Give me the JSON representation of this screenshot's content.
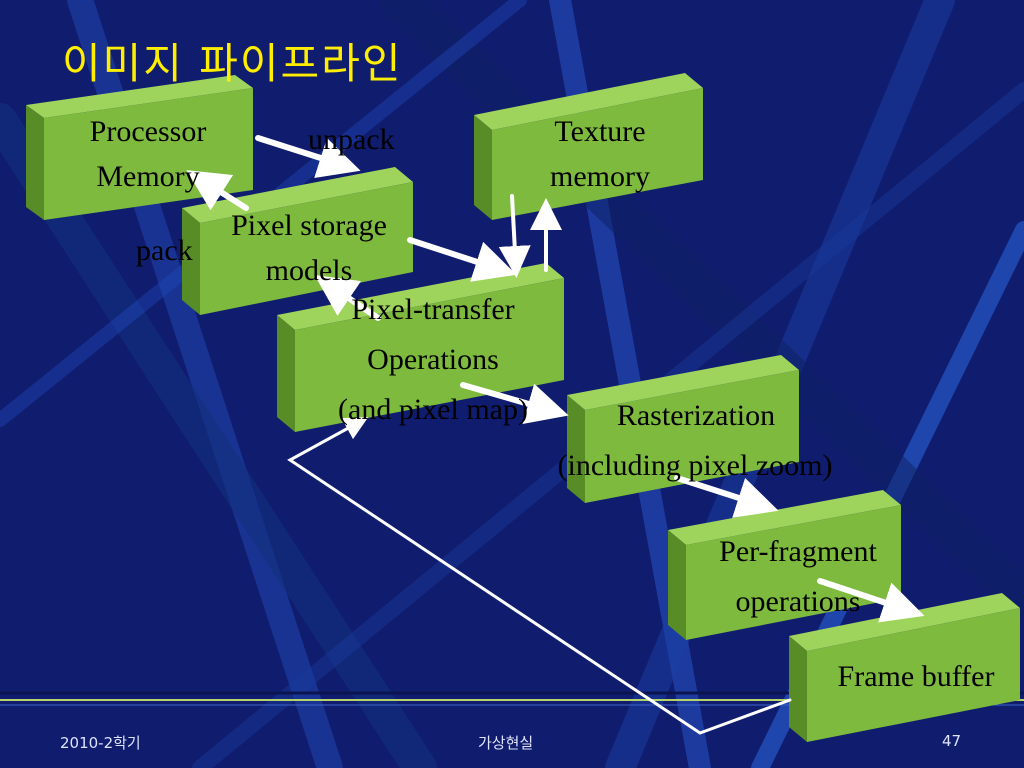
{
  "slide": {
    "title": "이미지 파이프라인"
  },
  "boxes": {
    "processor_memory": [
      "Processor",
      "Memory"
    ],
    "texture_memory": [
      "Texture",
      "memory"
    ],
    "pixel_storage": [
      "Pixel storage",
      "models"
    ],
    "pixel_transfer": [
      "Pixel-transfer",
      "Operations",
      "(and pixel map)"
    ],
    "rasterization": [
      "Rasterization",
      "(including pixel zoom)"
    ],
    "per_fragment": [
      "Per-fragment",
      "operations"
    ],
    "frame_buffer": [
      "Frame buffer"
    ]
  },
  "edges": {
    "unpack": "unpack",
    "pack": "pack"
  },
  "footer": {
    "semester": "2010-2학기",
    "course": "가상현실",
    "page_number": "47"
  },
  "colors": {
    "background": "#101c6e",
    "title": "#ffee00",
    "box_front": "#7dba3e",
    "box_top": "#9fd45c",
    "box_side": "#578c27",
    "arrow": "#ffffff",
    "footer_rule": "#b5d36b"
  }
}
